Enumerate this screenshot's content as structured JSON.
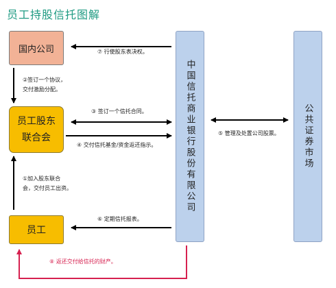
{
  "title": "员工持股信托图解",
  "nodes": {
    "domestic_company": "国内公司",
    "employee_union_line1": "员工股东",
    "employee_union_line2": "联合会",
    "employee": "员工",
    "trust_bank": "中国信托商业银行股份有限公司",
    "securities_market": "公共证券市场"
  },
  "steps": {
    "step7": "⑦ 行使股东表决权。",
    "step2_line1": "②签订一个协议，",
    "step2_line2": "交付激励分配。",
    "step3": "③ 签订一个信托合同。",
    "step4": "④ 交付信托基金/资金返还指示。",
    "step5": "⑤ 管理及处置公司股票。",
    "step1_line1": "①加入股东联合",
    "step1_line2": "会，交付员工出资。",
    "step6": "⑥ 定期信托报表。",
    "step8": "⑧ 返还交付给信托的财产。"
  },
  "colors": {
    "title": "#1e9a82",
    "company_fill": "#f2b296",
    "union_fill": "#f7bd00",
    "bank_fill": "#bcd1ec",
    "arrow": "#000000",
    "return_arrow": "#d6204f"
  }
}
